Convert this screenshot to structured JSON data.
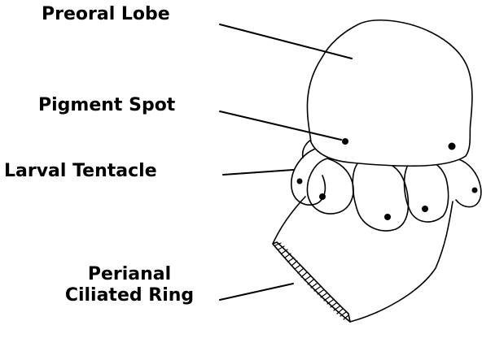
{
  "labels": {
    "preoral_lobe": "Preoral Lobe",
    "pigment_spot": "Pigment Spot",
    "larval_tentacle": "Larval Tentacle",
    "perianal_line1": "Perianal",
    "perianal_line2": "Ciliated Ring"
  },
  "colors": {
    "ink": "#000000",
    "background": "#ffffff"
  }
}
